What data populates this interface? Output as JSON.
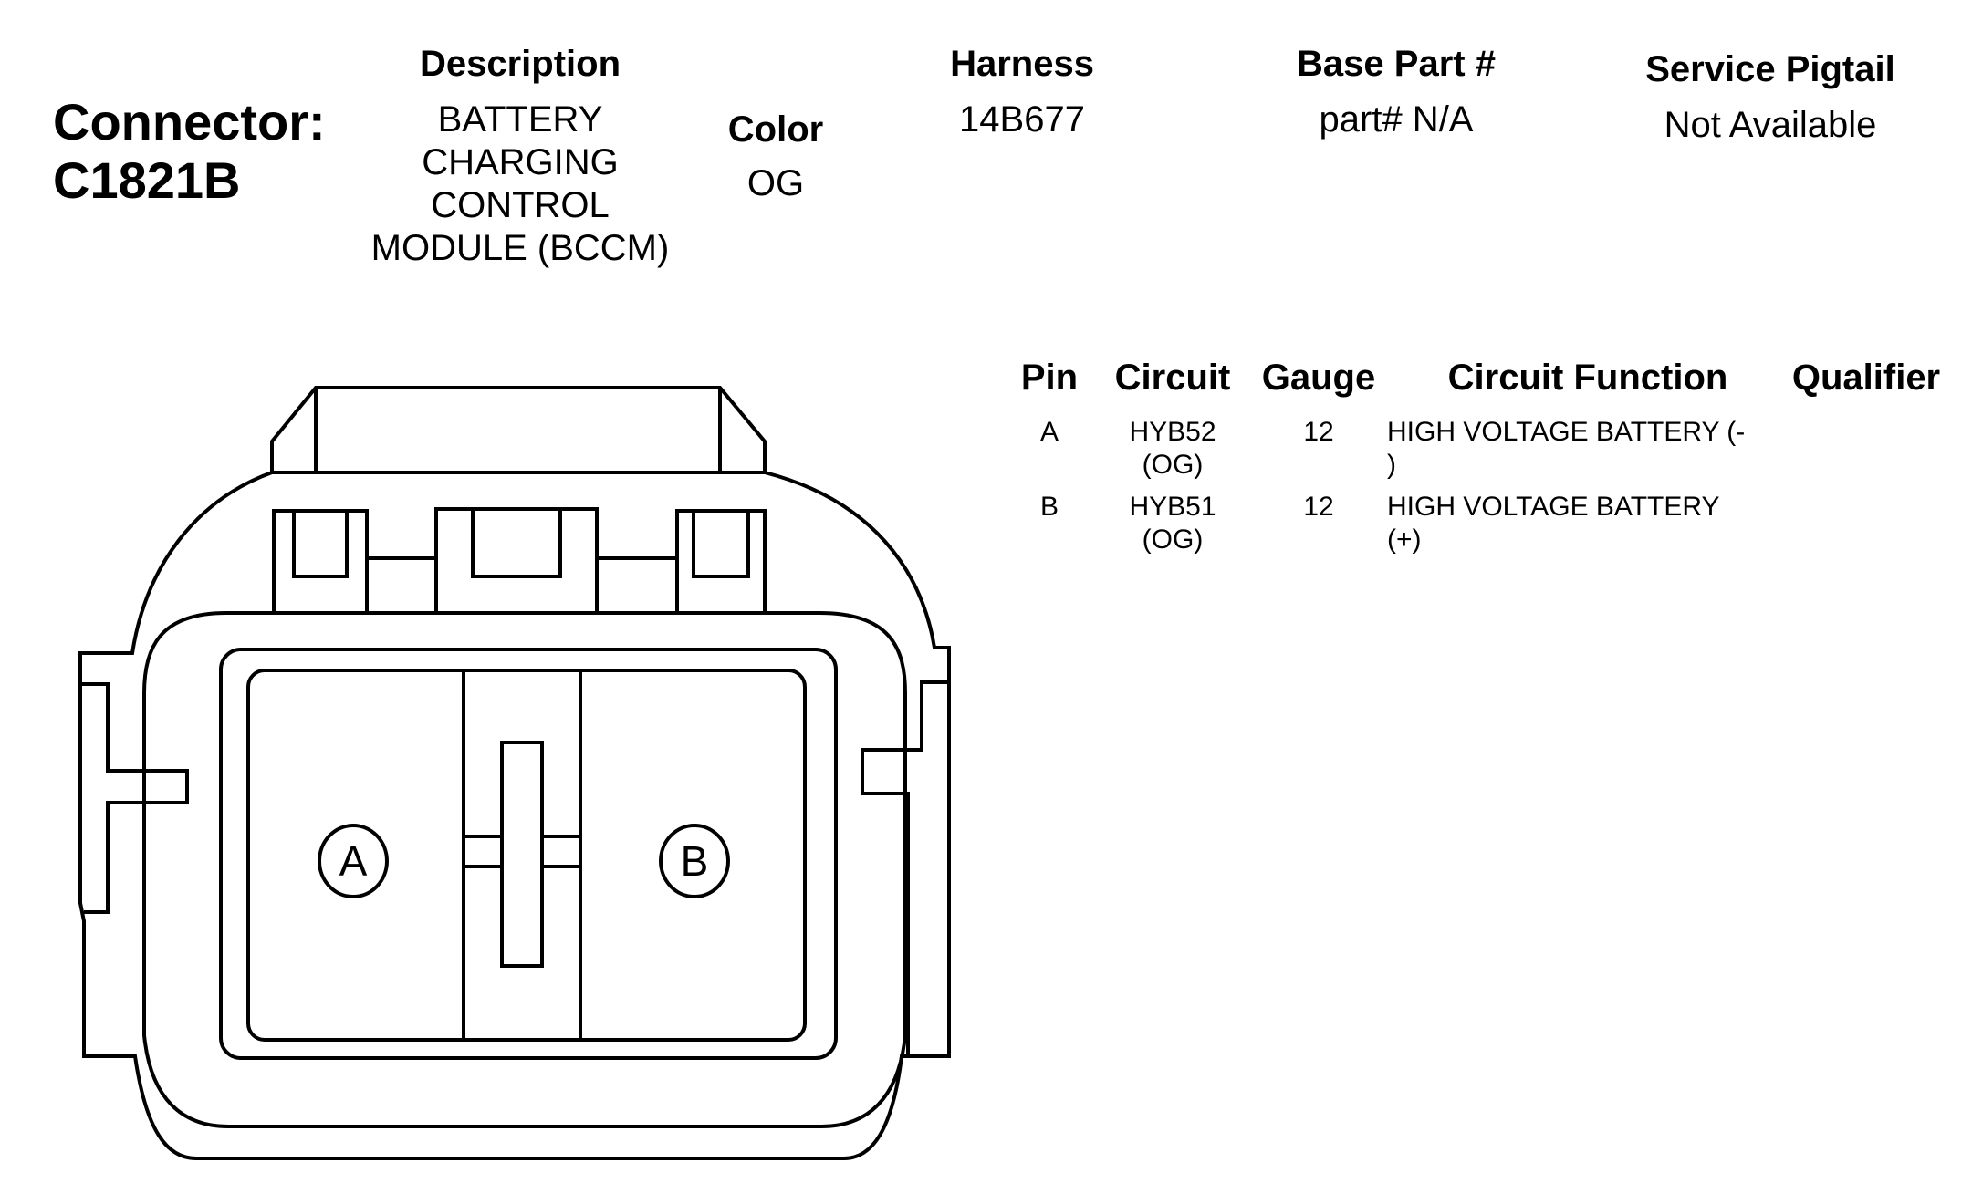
{
  "connector": {
    "label": "Connector:",
    "id": "C1821B"
  },
  "description": {
    "header": "Description",
    "lines": [
      "BATTERY",
      "CHARGING",
      "CONTROL",
      "MODULE (BCCM)"
    ]
  },
  "color": {
    "header": "Color",
    "value": "OG"
  },
  "harness": {
    "header": "Harness",
    "value": "14B677"
  },
  "base_part": {
    "header": "Base Part #",
    "value": "part# N/A"
  },
  "service_pigtail": {
    "header": "Service Pigtail",
    "value": "Not Available"
  },
  "pin_table": {
    "headers": {
      "pin": "Pin",
      "circuit": "Circuit",
      "gauge": "Gauge",
      "function": "Circuit Function",
      "qualifier": "Qualifier"
    },
    "rows": [
      {
        "pin": "A",
        "circuit_1": "HYB52",
        "circuit_2": "(OG)",
        "gauge": "12",
        "function_1": "HIGH VOLTAGE BATTERY (-",
        "function_2": ")",
        "qualifier": ""
      },
      {
        "pin": "B",
        "circuit_1": "HYB51",
        "circuit_2": "(OG)",
        "gauge": "12",
        "function_1": "HIGH VOLTAGE BATTERY",
        "function_2": "(+)",
        "qualifier": ""
      }
    ]
  },
  "diagram": {
    "pin_labels": [
      "A",
      "B"
    ]
  }
}
